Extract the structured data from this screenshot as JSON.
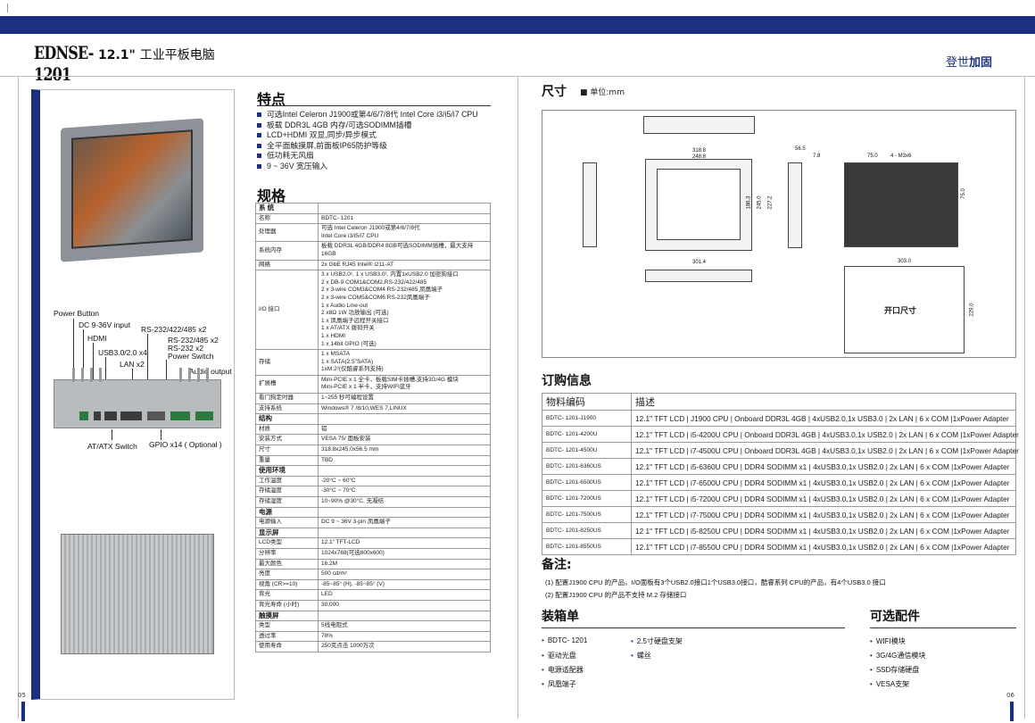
{
  "header": {
    "brand": "EDNSE-1201",
    "model_size": "12.1\"",
    "product_name": "工业平板电脑",
    "right_prefix": "登世",
    "right_bold": "加固"
  },
  "image_labels": {
    "power_button": "Power Button",
    "dc_input": "DC 9-36V input",
    "hdmi": "HDMI",
    "usb": "USB3.0/2.0 x4",
    "lan": "LAN x2",
    "rs_232_422_485": "RS-232/422/485 x2",
    "rs_232_485": "RS-232/485 x2",
    "rs_232": "RS-232 x2",
    "power_switch": "Power Switch",
    "audio_output": "Audio output",
    "atx_switch": "AT/ATX Switch",
    "gpio": "GPIO x14 ( Optional )"
  },
  "features": {
    "title": "特点",
    "items": [
      "可选Intel Celeron J1900或第4/6/7/8代 Intel Core i3/i5/i7 CPU",
      "板载 DDR3L 4GB 内存/可选SODIMM插槽",
      "LCD+HDMI 双显,同步/异步模式",
      "全平面触摸屏,前面板IP65防护等级",
      "低功耗无风扇",
      "9 ~ 36V 宽压输入"
    ]
  },
  "spec": {
    "title": "规格",
    "rows": [
      {
        "type": "sec",
        "k": "系 统",
        "v": ""
      },
      {
        "k": "名称",
        "v": "BDTC- 1201"
      },
      {
        "k": "处理器",
        "v": "可选 Intel Celeron J1900或第4/6/7/8代\n      Intel Core i3/i5/i7 CPU"
      },
      {
        "k": "系统内存",
        "v": "板载 DDR3L 4GB/DDR4 8GB可选SODIMM插槽，最大支持16GB"
      },
      {
        "k": "网络",
        "v": "2x GbE RJ45 Intel® i211-AT"
      },
      {
        "k": "I/O 接口",
        "v": "3 x USB2.0¹, 1 x USB3.0¹, 内置1xUSB2.0 加密狗接口\n2 x DB-9 COM1&COM2,RS-232/422/485\n2 x 3-wire COM3&COM4 RS-232/485 凤凰端子\n2 x 3-wire COM5&COM6 RS-232凤凰端子\n1 x Audio Line-out\n2 x8Ω 1W 功放输出 (可选)\n1 x 凤凰端子远程开关接口\n1 x AT/ATX 拨码开关\n1 x HDMI\n1 x 14bit GPIO (可选)"
      },
      {
        "k": "存储",
        "v": "1 x MSATA\n1 x SATA(2.5\"SATA)\n1xM.2²(仅酷睿系列支持)"
      },
      {
        "k": "扩展槽",
        "v": "Mini-PCIE x 1 全卡，板载SIM卡插槽,支持3G/4G 模块\nMini-PCIE x 1 半卡，支持WIFI蓝牙"
      },
      {
        "k": "看门狗定时器",
        "v": "1~255 秒可编程设置"
      },
      {
        "k": "支持系统",
        "v": "Windows® 7 /8/10,WES 7,LINUX"
      },
      {
        "type": "sec",
        "k": "结构",
        "v": ""
      },
      {
        "k": "材质",
        "v": "铝"
      },
      {
        "k": "安装方式",
        "v": "VESA 75/ 面板安装"
      },
      {
        "k": "尺寸",
        "v": "318.8x245.0x56.5 mm"
      },
      {
        "k": "重量",
        "v": "TBD"
      },
      {
        "type": "sec",
        "k": "使用环境",
        "v": ""
      },
      {
        "k": "工作温度",
        "v": "-20°C ~ 60°C"
      },
      {
        "k": "存储温度",
        "v": "-30°C ~ 70°C"
      },
      {
        "k": "存储湿度",
        "v": "10~90% @30°C, 无凝结"
      },
      {
        "type": "sec",
        "k": "电源",
        "v": ""
      },
      {
        "k": "电源输入",
        "v": "DC 9 ~ 36V 3-pin 凤凰端子"
      },
      {
        "type": "sec",
        "k": "显示屏",
        "v": ""
      },
      {
        "k": "LCD类型",
        "v": "12.1\" TFT-LCD"
      },
      {
        "k": "分辨率",
        "v": "1024x768(可选800x600)"
      },
      {
        "k": "最大颜色",
        "v": "16.2M"
      },
      {
        "k": "亮度",
        "v": "500 cd/m²"
      },
      {
        "k": "视角 (CR>=10)",
        "v": "-85~85° (H), -85~85° (V)"
      },
      {
        "k": "背光",
        "v": "LED"
      },
      {
        "k": "背光寿命 (小时)",
        "v": "30,000"
      },
      {
        "type": "sec",
        "k": "触摸屏",
        "v": ""
      },
      {
        "k": "类型",
        "v": "5线电阻式"
      },
      {
        "k": "透过率",
        "v": "78%"
      },
      {
        "k": "使用寿命",
        "v": "250克点击 1000万次"
      }
    ]
  },
  "dimensions": {
    "title": "尺寸",
    "unit": "单位:mm",
    "w1": "318.8",
    "w2": "248.8",
    "h1": "186.3",
    "h2": "245.0",
    "h3": "227.2",
    "d1": "56.5",
    "d2": "7.8",
    "v1": "75.0",
    "v2": "4 - M3x6",
    "v3": "75.0",
    "b1": "301.4",
    "c1": "303.0",
    "c2": "229.0",
    "cutout": "开口尺寸"
  },
  "order": {
    "title": "订购信息",
    "col_model": "物料编码",
    "col_desc": "描述",
    "rows": [
      {
        "m": "BDTC- 1201-J1900",
        "d": "12.1\"  TFT LCD | J1900 CPU | Onboard DDR3L 4GB | 4xUSB2.0,1x USB3.0 | 2x LAN | 6 x COM |1xPower Adapter"
      },
      {
        "m": "BDTC- 1201-4200U",
        "d": "12.1\"  TFT LCD | i5-4200U CPU | Onboard DDR3L 4GB | 4xUSB3.0,1x USB2.0 | 2x LAN | 6 x COM |1xPower Adapter"
      },
      {
        "m": "BDTC- 1201-4500U",
        "d": "12.1\"  TFT LCD | i7-4500U CPU | Onboard DDR3L 4GB | 4xUSB3.0,1x USB2.0 | 2x LAN | 6 x COM |1xPower Adapter"
      },
      {
        "m": "BDTC- 1201-6360US",
        "d": "12.1\"  TFT LCD | i5-6360U CPU | DDR4 SODIMM x1 | 4xUSB3.0,1x USB2.0 | 2x LAN | 6 x COM |1xPower Adapter"
      },
      {
        "m": "BDTC- 1201-6500US",
        "d": "12.1\"   TFT LCD | i7-6500U CPU | DDR4 SODIMM x1 | 4xUSB3.0,1x USB2.0 | 2x LAN | 6 x COM |1xPower Adapter"
      },
      {
        "m": "BDTC- 1201-7200US",
        "d": "12.1\"   TFT LCD | i5-7200U CPU | DDR4 SODIMM x1 | 4xUSB3.0,1x USB2.0 | 2x LAN | 6 x COM |1xPower Adapter"
      },
      {
        "m": "BDTC- 1201-7500US",
        "d": "12.1\"  TFT LCD | i7-7500U CPU | DDR4 SODIMM x1 | 4xUSB3.0,1x USB2.0 | 2x LAN | 6 x COM |1xPower Adapter"
      },
      {
        "m": "BDTC- 1201-8250US",
        "d": "12 1\"  TFT LCD | i5-8250U CPU | DDR4 SODIMM x1 | 4xUSB3.0,1x USB2.0 | 2x LAN | 6 x COM |1xPower Adapter"
      },
      {
        "m": "BDTC- 1201-8550US",
        "d": "12.1\"  TFT LCD | i7-8550U CPU | DDR4 SODIMM x1 | 4xUSB3.0,1x USB2.0 | 2x LAN | 6 x COM |1xPower Adapter"
      }
    ]
  },
  "notes": {
    "title": "备注:",
    "n1": "(1) 配置J1900 CPU 的产品，I/O面板有3个USB2.0接口1个USB3.0接口，酷睿系列 CPU的产品，有4个USB3.0 接口",
    "n2": "(2) 配置J1900 CPU 的产品不支持 M.2 存储接口"
  },
  "packing": {
    "title": "装箱单",
    "items": [
      "BDTC- 1201",
      "驱动光盘",
      "电源适配器",
      "凤凰端子",
      "2.5寸硬盘支架",
      "螺丝"
    ]
  },
  "accessories": {
    "title": "可选配件",
    "items": [
      "WIFI模块",
      "3G/4G通信模块",
      "SSD存储硬盘",
      "VESA支架"
    ]
  },
  "pages": {
    "left": "05",
    "right": "06"
  },
  "colors": {
    "brand": "#1d2f7f"
  }
}
